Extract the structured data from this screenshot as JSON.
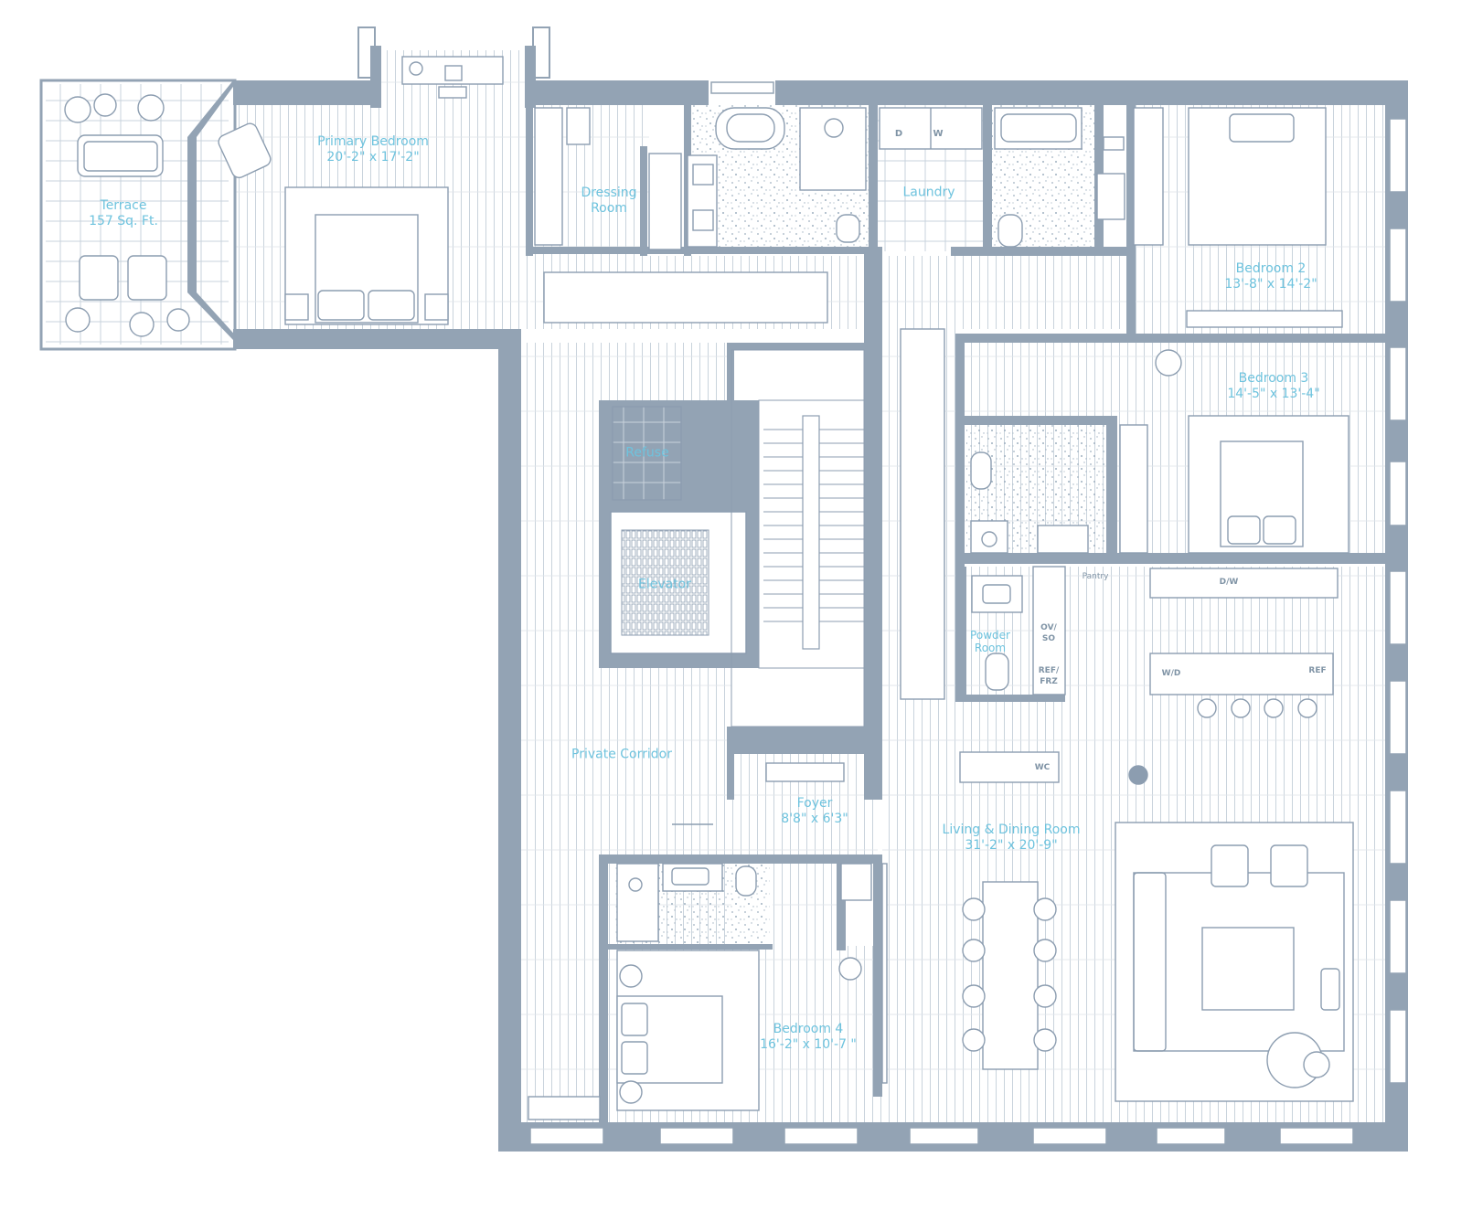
{
  "colors": {
    "wall": "#93a3b4",
    "floor_line": "#c9d3dc",
    "fixture_line": "#8c9db0",
    "label": "#6ec3de",
    "background": "#ffffff"
  },
  "rooms": {
    "terrace": {
      "name": "Terrace",
      "size": "157 Sq. Ft."
    },
    "primary_bedroom": {
      "name": "Primary Bedroom",
      "size": "20'-2\" x 17'-2\""
    },
    "dressing_room": {
      "line1": "Dressing",
      "line2": "Room"
    },
    "laundry": {
      "name": "Laundry"
    },
    "bedroom2": {
      "name": "Bedroom 2",
      "size": "13'-8\" x 14'-2\""
    },
    "bedroom3": {
      "name": "Bedroom 3",
      "size": "14'-5\" x 13'-4\""
    },
    "refuse": {
      "name": "Refuse"
    },
    "elevator": {
      "name": "Elevator"
    },
    "private_corridor": {
      "name": "Private Corridor"
    },
    "powder_room": {
      "line1": "Powder",
      "line2": "Room"
    },
    "foyer": {
      "name": "Foyer",
      "size": "8'8\" x 6'3\""
    },
    "living_dining": {
      "name": "Living & Dining Room",
      "size": "31'-2\" x 20'-9\""
    },
    "bedroom4": {
      "name": "Bedroom 4",
      "size": "16'-2\" x 10'-7 \""
    }
  },
  "fixture_tags": {
    "dryer": "D",
    "washer": "W",
    "pantry": "Pantry",
    "oven_line1": "OV/",
    "oven_line2": "SO",
    "ref_line1": "REF/",
    "ref_line2": "FRZ",
    "dishwasher": "D/W",
    "wine_dispenser": "W/D",
    "refrigerator": "REF",
    "wc": "WC"
  }
}
